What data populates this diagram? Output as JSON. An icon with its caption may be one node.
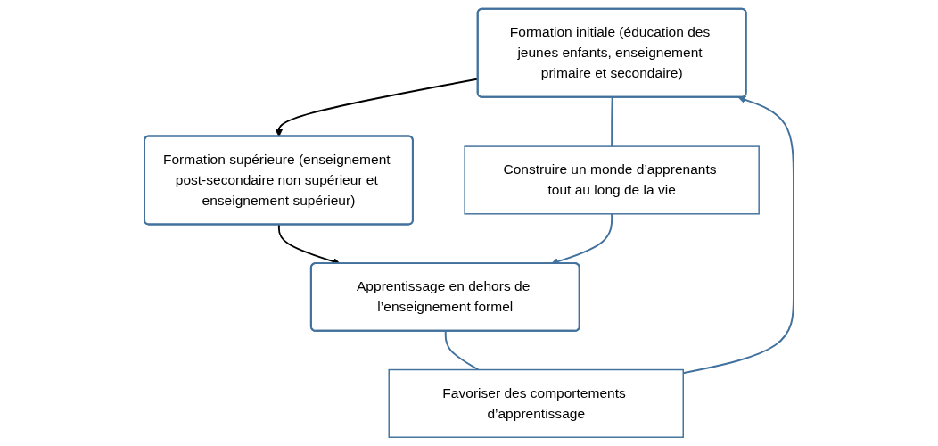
{
  "diagram": {
    "nodes": [
      {
        "text": [
          "Formation initiale (éducation des jeunes enfants, enseignement primaire et secondaire)"
        ]
      },
      {
        "text": [
          "Formation supérieure (enseignement post-secondaire non supérieur et enseignement supérieur)"
        ]
      },
      {
        "text": [
          "Apprentissage en dehors de l’enseignement formel"
        ]
      },
      {
        "text": [
          "Favoriser des comportements d’apprentissage"
        ]
      },
      {
        "text": [
          "Construire un monde d’apprenants tout au long de la vie"
        ]
      }
    ],
    "edges": [
      {
        "from": 0,
        "to": 1,
        "arrow": "to",
        "color": "#000000"
      },
      {
        "from": 1,
        "to": 2,
        "arrow": "to",
        "color": "#000000"
      },
      {
        "from": 2,
        "to": 3,
        "arrow": "none",
        "color": "#41719c"
      },
      {
        "from": 3,
        "to": 0,
        "arrow": "to",
        "color": "#41719c"
      },
      {
        "from": 0,
        "to": 4,
        "arrow": "none",
        "color": "#41719c"
      },
      {
        "from": 4,
        "to": 2,
        "arrow": "to",
        "color": "#41719c"
      }
    ]
  }
}
